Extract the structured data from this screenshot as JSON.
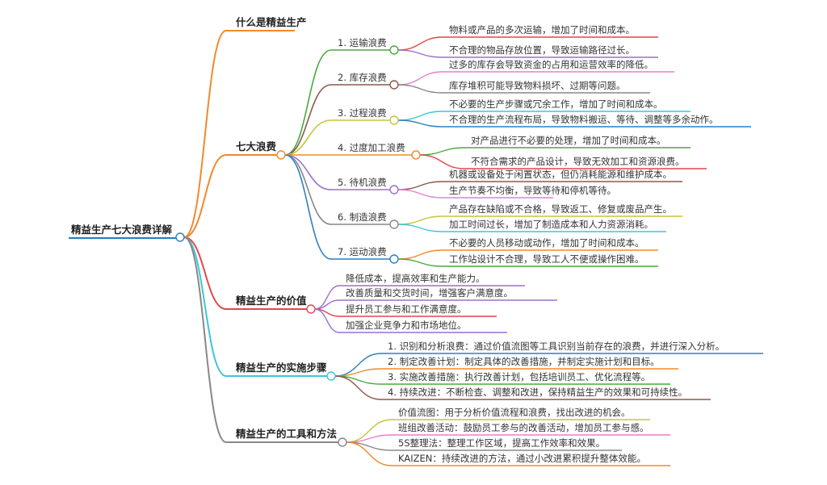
{
  "root": "精益生产七大浪费详解",
  "colors": {
    "root": "#2f7fc1",
    "orange": "#f08a2c",
    "red": "#e2474a",
    "cyan": "#3dc6d8",
    "gray": "#888888",
    "green": "#4aaa3c",
    "brown": "#8a5a4a",
    "olive": "#c5c53a",
    "purple": "#9b6fcf",
    "pink": "#e87fcf",
    "blue": "#2f7fc1"
  },
  "branches": [
    {
      "title": "什么是精益生产",
      "children": []
    },
    {
      "title": "七大浪费",
      "children": [
        {
          "label": "1. 运输浪费",
          "leaves": [
            "物料或产品的多次运输，增加了时间和成本。",
            "不合理的物品存放位置，导致运输路径过长。"
          ]
        },
        {
          "label": "2. 库存浪费",
          "leaves": [
            "过多的库存会导致资金的占用和运营效率的降低。",
            "库存堆积可能导致物料损坏、过期等问题。"
          ]
        },
        {
          "label": "3. 过程浪费",
          "leaves": [
            "不必要的生产步骤或冗余工作，增加了时间和成本。",
            "不合理的生产流程布局，导致物料搬运、等待、调整等多余动作。"
          ]
        },
        {
          "label": "4. 过度加工浪费",
          "leaves": [
            "对产品进行不必要的处理，增加了时间和成本。",
            "不符合需求的产品设计，导致无效加工和资源浪费。"
          ]
        },
        {
          "label": "5. 待机浪费",
          "leaves": [
            "机器或设备处于闲置状态，但仍消耗能源和维护成本。",
            "生产节奏不均衡，导致等待和停机等待。"
          ]
        },
        {
          "label": "6. 制造浪费",
          "leaves": [
            "产品存在缺陷或不合格，导致返工、修复或废品产生。",
            "加工时间过长，增加了制造成本和人力资源消耗。"
          ]
        },
        {
          "label": "7. 运动浪费",
          "leaves": [
            "不必要的人员移动或动作，增加了时间和成本。",
            "工作站设计不合理，导致工人不便或操作困难。"
          ]
        }
      ]
    },
    {
      "title": "精益生产的价值",
      "children": [
        "降低成本，提高效率和生产能力。",
        "改善质量和交货时间，增强客户满意度。",
        "提升员工参与和工作满意度。",
        "加强企业竞争力和市场地位。"
      ]
    },
    {
      "title": "精益生产的实施步骤",
      "children": [
        "1. 识别和分析浪费：通过价值流图等工具识别当前存在的浪费，并进行深入分析。",
        "2. 制定改善计划：制定具体的改善措施，并制定实施计划和目标。",
        "3. 实施改善措施：执行改善计划，包括培训员工、优化流程等。",
        "4. 持续改进：不断检查、调整和改进，保持精益生产的效果和可持续性。"
      ]
    },
    {
      "title": "精益生产的工具和方法",
      "children": [
        "价值流图：用于分析价值流程和浪费，找出改进的机会。",
        "班组改善活动：鼓励员工参与的改善活动，增加员工参与感。",
        "5S整理法：整理工作区域，提高工作效率和效果。",
        "KAIZEN：持续改进的方法，通过小改进累积提升整体效能。"
      ]
    }
  ]
}
